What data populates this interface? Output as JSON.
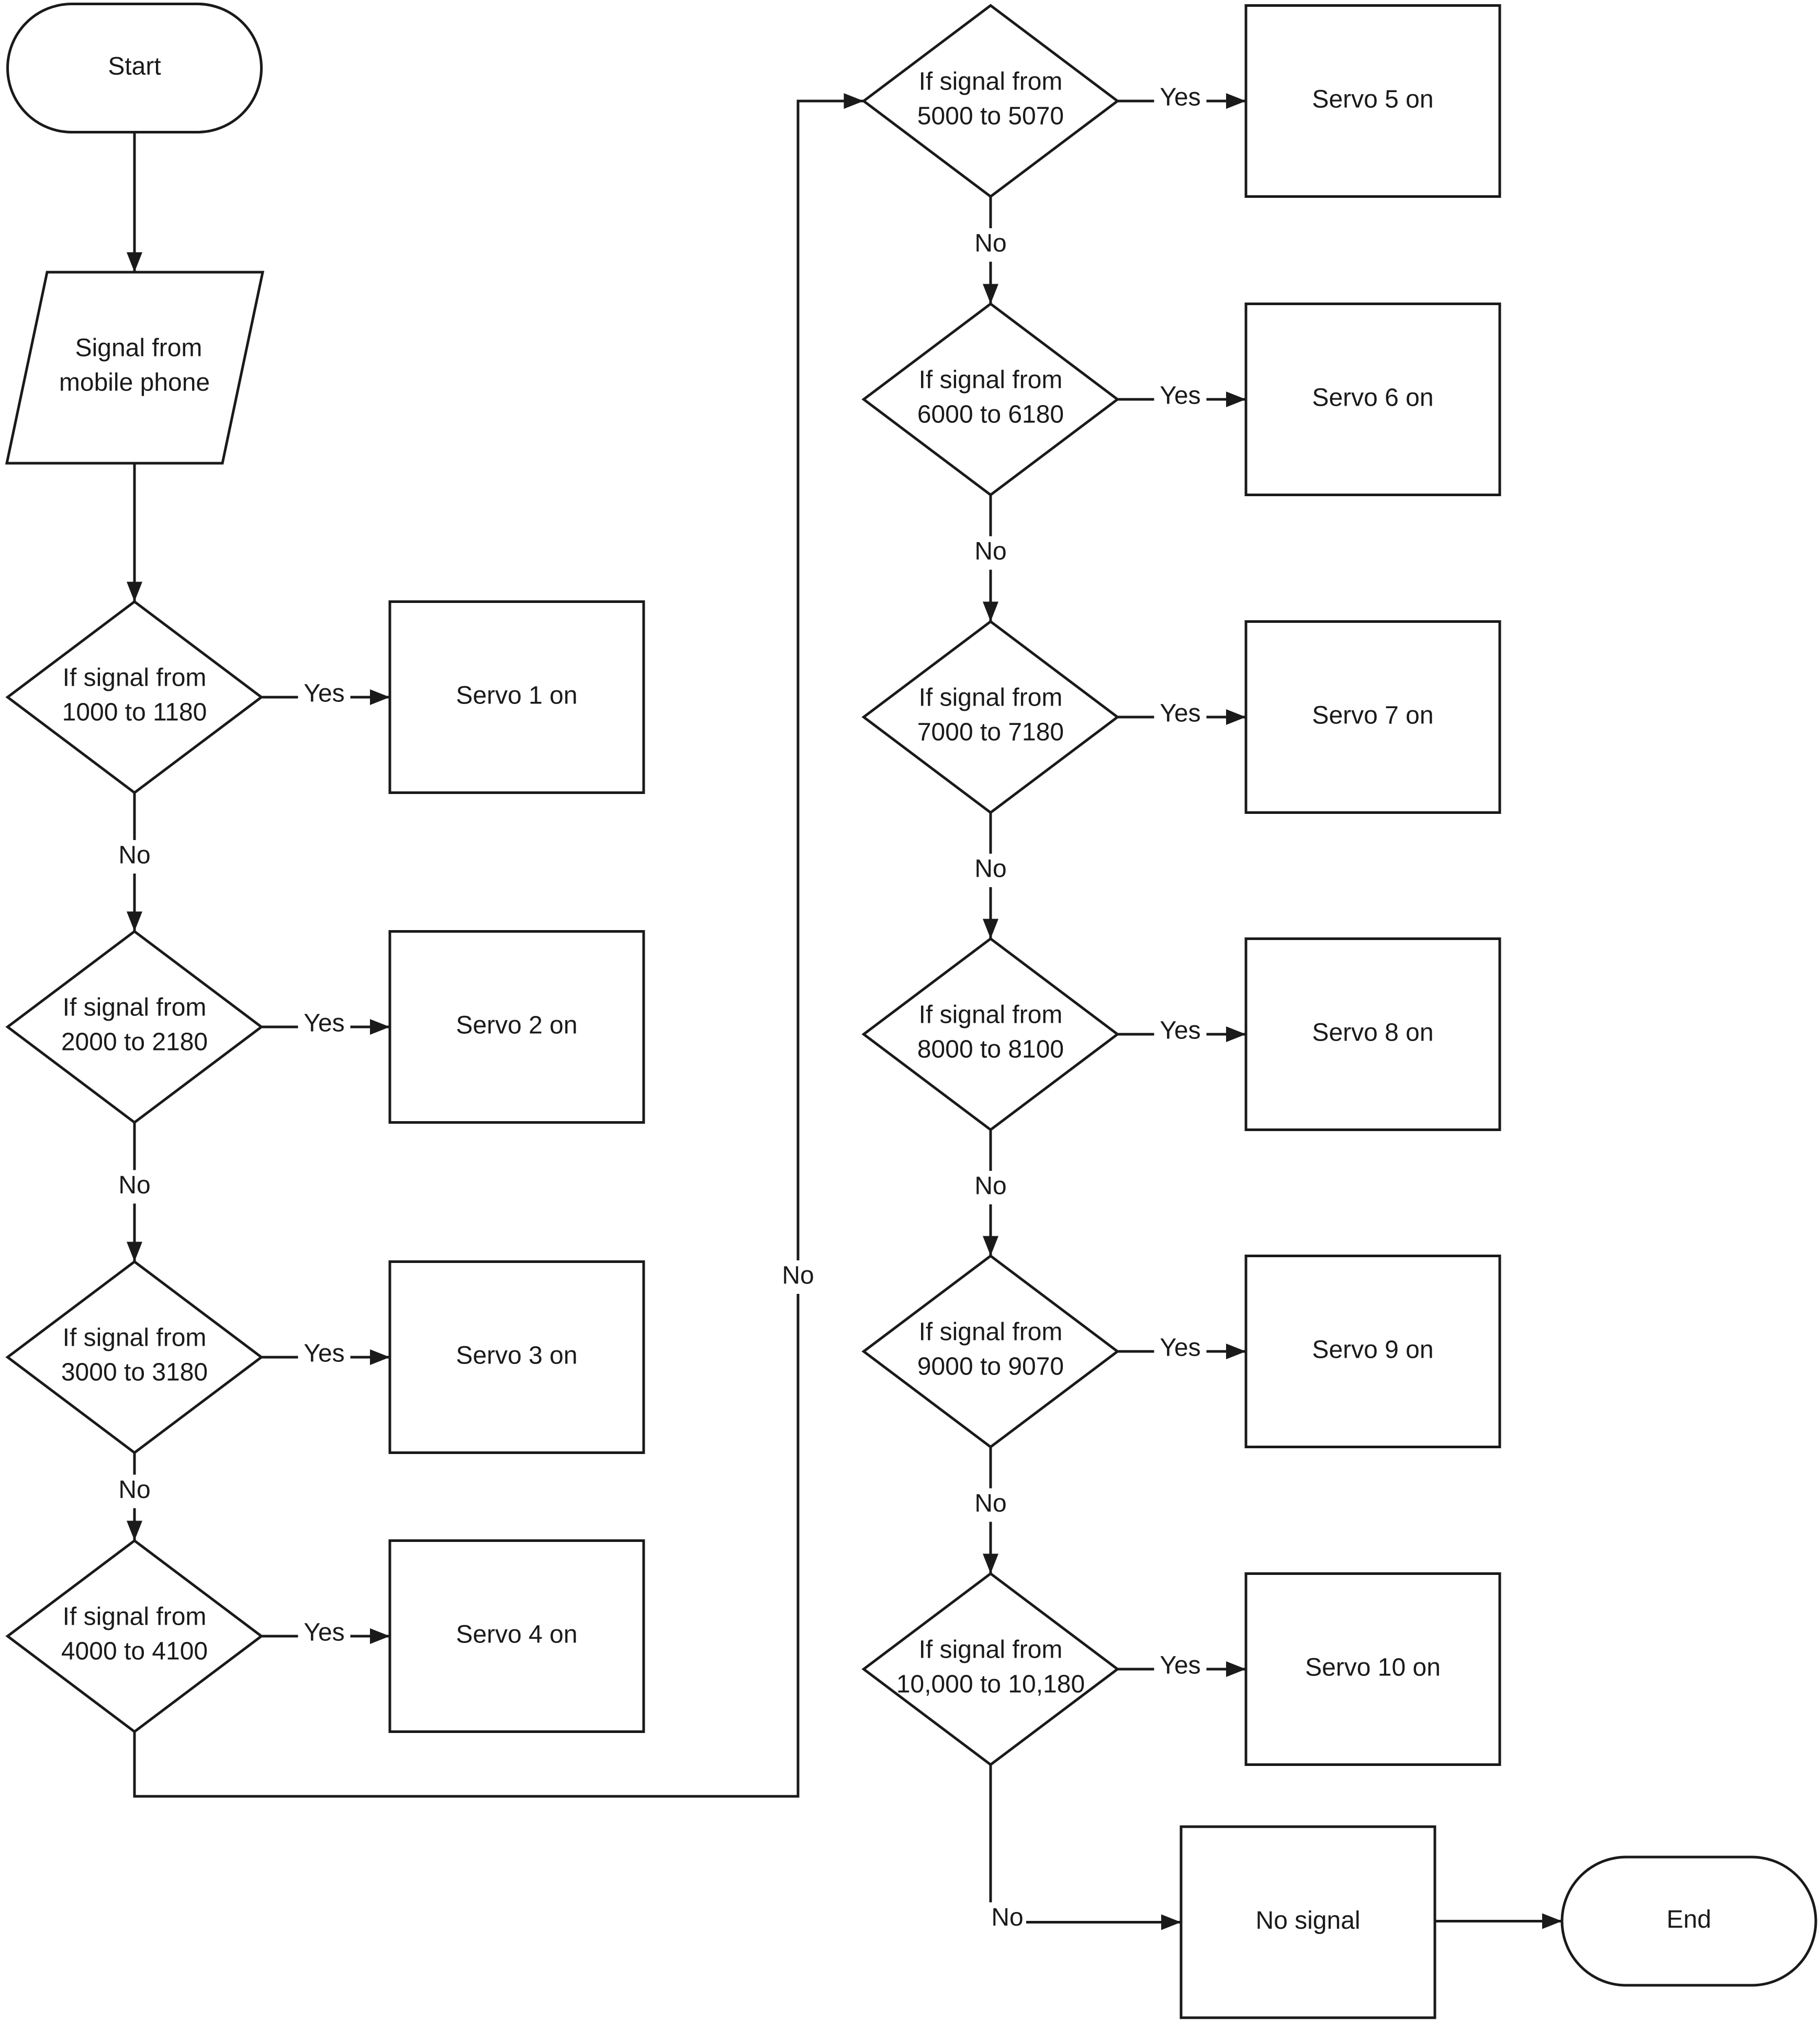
{
  "start": "Start",
  "end": "End",
  "input": {
    "line1": "Signal from",
    "line2": "mobile phone"
  },
  "decisions": [
    {
      "line1": "If signal from",
      "line2": "1000 to 1180"
    },
    {
      "line1": "If signal from",
      "line2": "2000 to 2180"
    },
    {
      "line1": "If signal  from",
      "line2": "3000 to 3180"
    },
    {
      "line1": "If signal  from",
      "line2": "4000 to 4100"
    },
    {
      "line1": "If signal  from",
      "line2": "5000 to 5070"
    },
    {
      "line1": "If signal  from",
      "line2": "6000 to 6180"
    },
    {
      "line1": "If signal  from",
      "line2": "7000 to 7180"
    },
    {
      "line1": "If signal  from",
      "line2": "8000 to 8100"
    },
    {
      "line1": "If signal  from",
      "line2": "9000 to 9070"
    },
    {
      "line1": "If signal from",
      "line2": "10,000 to 10,180"
    }
  ],
  "servos": [
    "Servo 1 on",
    "Servo 2 on",
    "Servo 3 on",
    "Servo 4 on",
    "Servo 5 on",
    "Servo 6 on",
    "Servo 7 on",
    "Servo 8 on",
    "Servo 9 on",
    "Servo 10 on"
  ],
  "no_signal": "No signal",
  "labels": {
    "yes": "Yes",
    "no": "No"
  }
}
